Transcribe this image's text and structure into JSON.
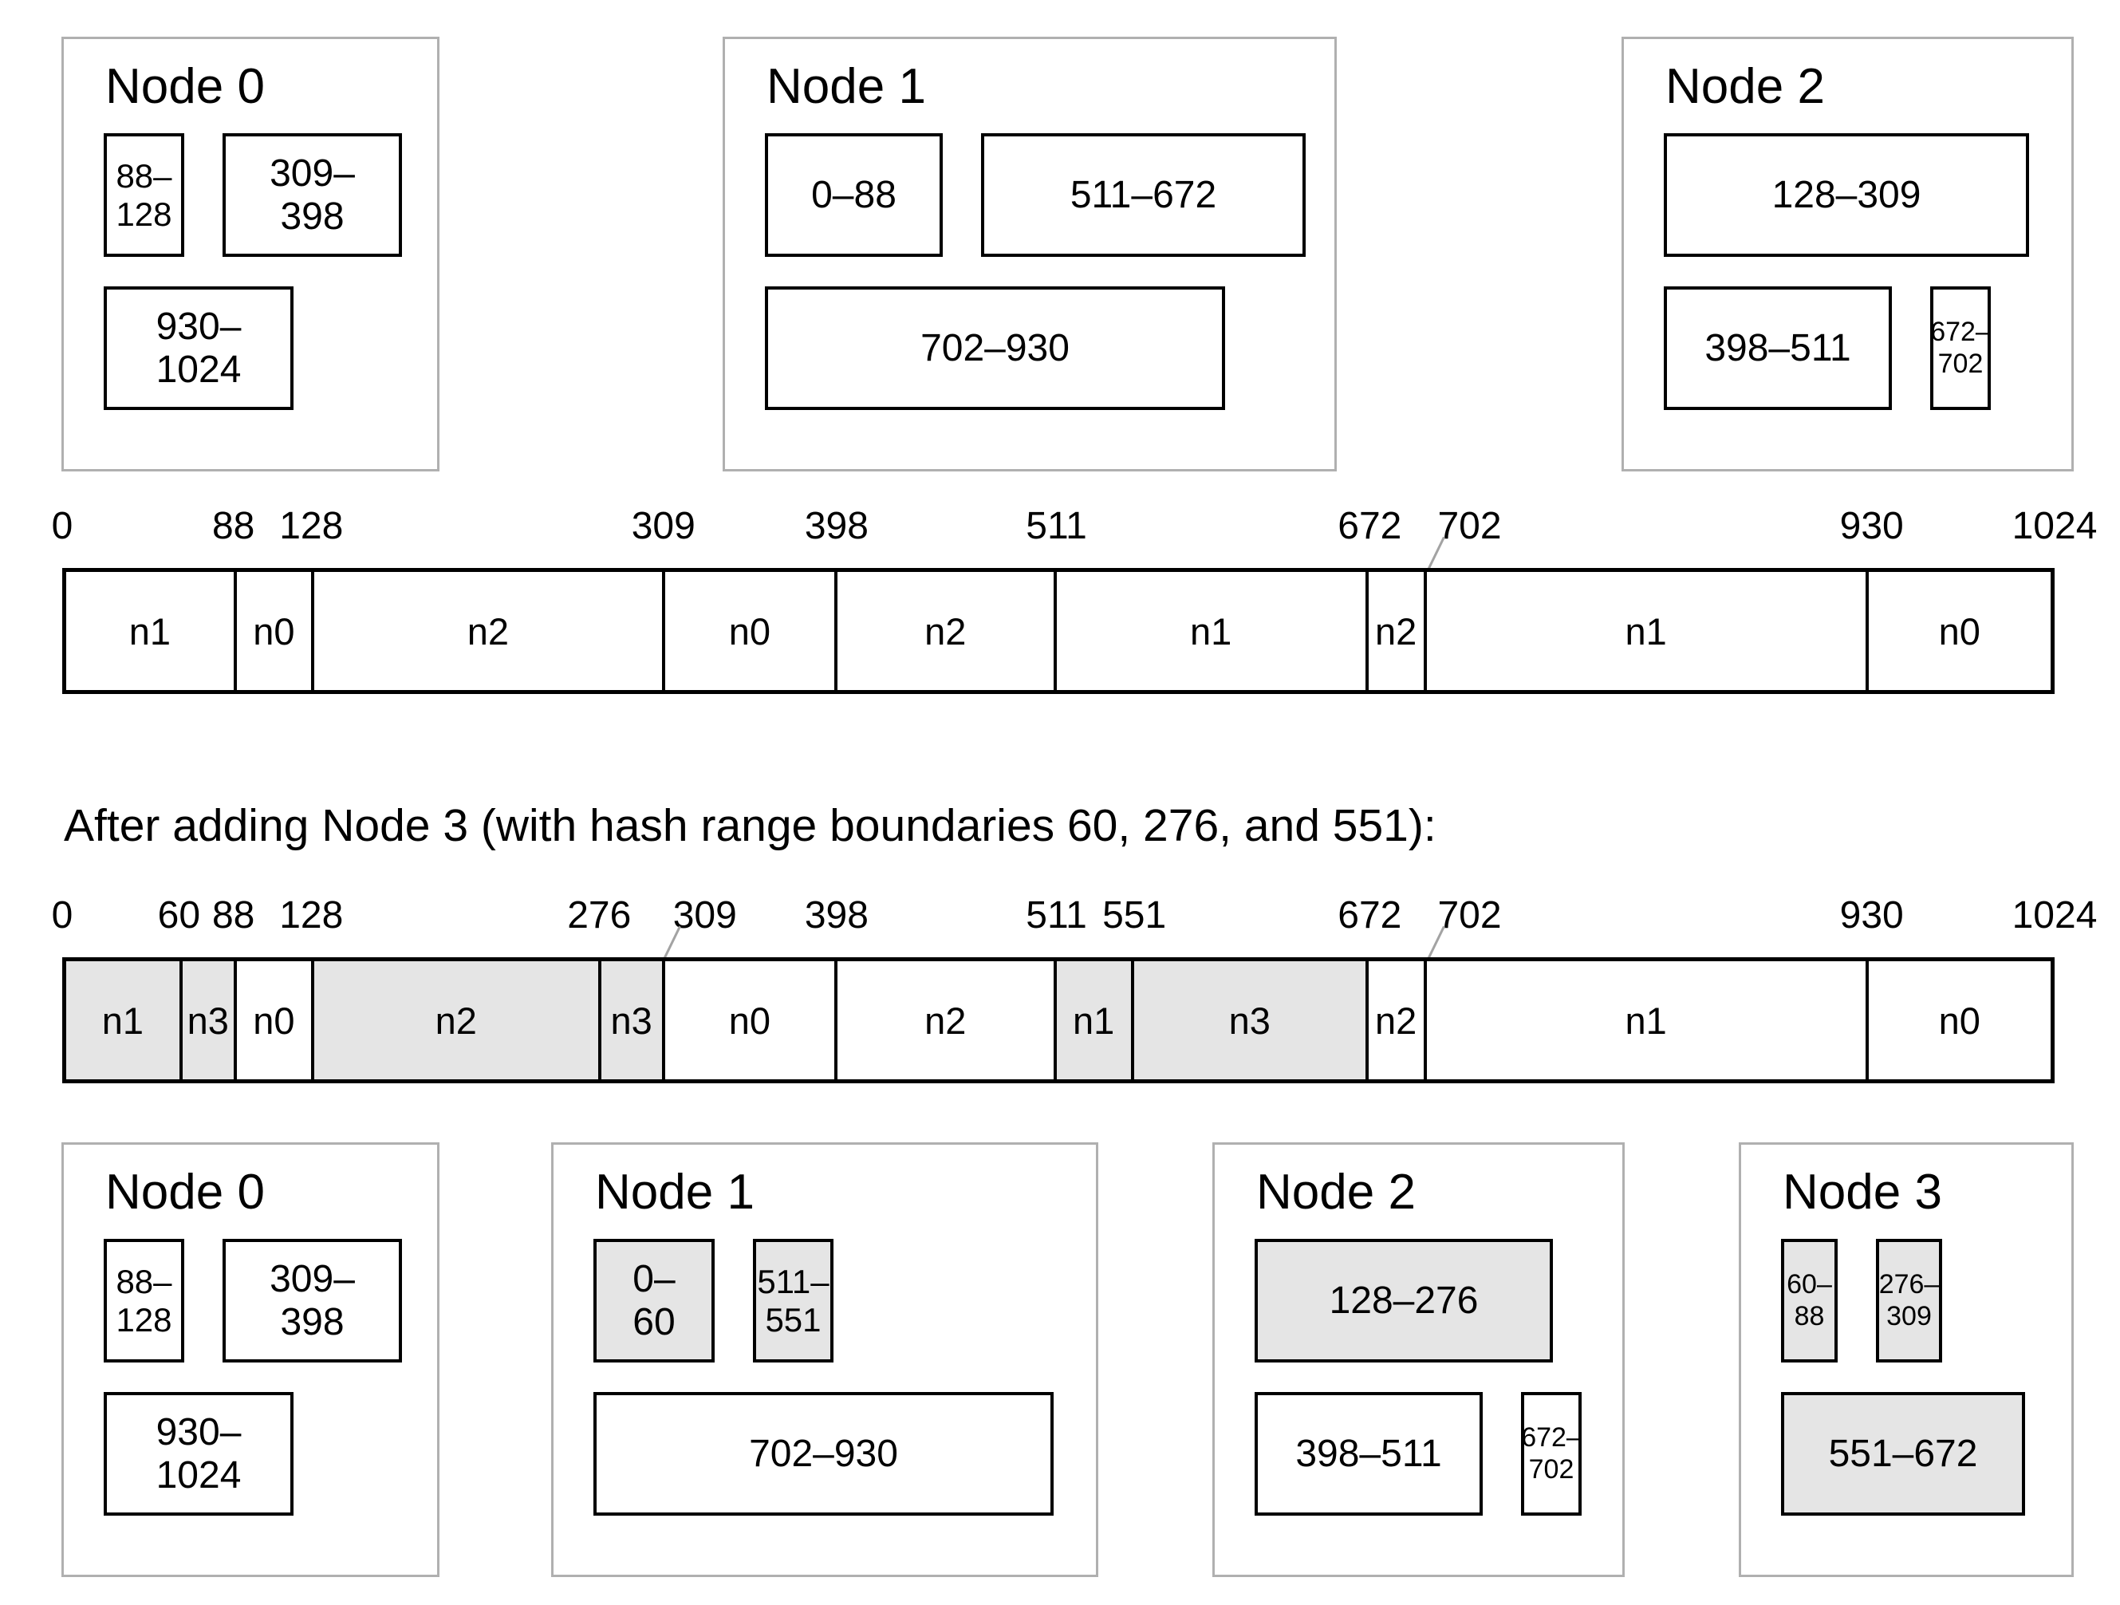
{
  "caption": "After adding Node 3 (with hash range boundaries 60, 276, and 551):",
  "axis_max": 1024,
  "colors": {
    "shaded_fill": "#e5e5e5",
    "white_fill": "#ffffff",
    "node_border": "#b0b0b0",
    "partition_border": "#000000",
    "bar_border": "#000000",
    "leader_line": "#a3a3a3",
    "text": "#000000"
  },
  "top_nodes": [
    {
      "title": "Node 0",
      "rows": [
        [
          {
            "from": 88,
            "to": 128,
            "lines": [
              "88–",
              "128"
            ],
            "shaded": false
          },
          {
            "from": 309,
            "to": 398,
            "lines": [
              "309–",
              "398"
            ],
            "shaded": false
          }
        ],
        [
          {
            "from": 930,
            "to": 1024,
            "lines": [
              "930–",
              "1024"
            ],
            "shaded": false
          }
        ]
      ]
    },
    {
      "title": "Node 1",
      "rows": [
        [
          {
            "from": 0,
            "to": 88,
            "lines": [
              "0–88"
            ],
            "shaded": false
          },
          {
            "from": 511,
            "to": 672,
            "lines": [
              "511–672"
            ],
            "shaded": false
          }
        ],
        [
          {
            "from": 702,
            "to": 930,
            "lines": [
              "702–930"
            ],
            "shaded": false
          }
        ]
      ]
    },
    {
      "title": "Node 2",
      "rows": [
        [
          {
            "from": 128,
            "to": 309,
            "lines": [
              "128–309"
            ],
            "shaded": false
          }
        ],
        [
          {
            "from": 398,
            "to": 511,
            "lines": [
              "398–511"
            ],
            "shaded": false
          },
          {
            "from": 672,
            "to": 702,
            "lines": [
              "672–",
              "702"
            ],
            "shaded": false
          }
        ]
      ]
    }
  ],
  "bar_before": {
    "ticks": [
      {
        "v": 0
      },
      {
        "v": 88
      },
      {
        "v": 128
      },
      {
        "v": 309
      },
      {
        "v": 398
      },
      {
        "v": 511
      },
      {
        "v": 672
      },
      {
        "v": 702,
        "leader": true
      },
      {
        "v": 930
      },
      {
        "v": 1024
      }
    ],
    "segments": [
      {
        "label": "n1",
        "from": 0,
        "to": 88,
        "shaded": false
      },
      {
        "label": "n0",
        "from": 88,
        "to": 128,
        "shaded": false
      },
      {
        "label": "n2",
        "from": 128,
        "to": 309,
        "shaded": false
      },
      {
        "label": "n0",
        "from": 309,
        "to": 398,
        "shaded": false
      },
      {
        "label": "n2",
        "from": 398,
        "to": 511,
        "shaded": false
      },
      {
        "label": "n1",
        "from": 511,
        "to": 672,
        "shaded": false
      },
      {
        "label": "n2",
        "from": 672,
        "to": 702,
        "shaded": false
      },
      {
        "label": "n1",
        "from": 702,
        "to": 930,
        "shaded": false
      },
      {
        "label": "n0",
        "from": 930,
        "to": 1024,
        "shaded": false
      }
    ]
  },
  "bar_after": {
    "ticks": [
      {
        "v": 0
      },
      {
        "v": 60
      },
      {
        "v": 88
      },
      {
        "v": 128
      },
      {
        "v": 276
      },
      {
        "v": 309,
        "leader": true
      },
      {
        "v": 398
      },
      {
        "v": 511
      },
      {
        "v": 551
      },
      {
        "v": 672
      },
      {
        "v": 702,
        "leader": true
      },
      {
        "v": 930
      },
      {
        "v": 1024
      }
    ],
    "segments": [
      {
        "label": "n1",
        "from": 0,
        "to": 60,
        "shaded": true
      },
      {
        "label": "n3",
        "from": 60,
        "to": 88,
        "shaded": true
      },
      {
        "label": "n0",
        "from": 88,
        "to": 128,
        "shaded": false
      },
      {
        "label": "n2",
        "from": 128,
        "to": 276,
        "shaded": true
      },
      {
        "label": "n3",
        "from": 276,
        "to": 309,
        "shaded": true
      },
      {
        "label": "n0",
        "from": 309,
        "to": 398,
        "shaded": false
      },
      {
        "label": "n2",
        "from": 398,
        "to": 511,
        "shaded": false
      },
      {
        "label": "n1",
        "from": 511,
        "to": 551,
        "shaded": true
      },
      {
        "label": "n3",
        "from": 551,
        "to": 672,
        "shaded": true
      },
      {
        "label": "n2",
        "from": 672,
        "to": 702,
        "shaded": false
      },
      {
        "label": "n1",
        "from": 702,
        "to": 930,
        "shaded": false
      },
      {
        "label": "n0",
        "from": 930,
        "to": 1024,
        "shaded": false
      }
    ]
  },
  "bottom_nodes": [
    {
      "title": "Node 0",
      "rows": [
        [
          {
            "from": 88,
            "to": 128,
            "lines": [
              "88–",
              "128"
            ],
            "shaded": false
          },
          {
            "from": 309,
            "to": 398,
            "lines": [
              "309–",
              "398"
            ],
            "shaded": false
          }
        ],
        [
          {
            "from": 930,
            "to": 1024,
            "lines": [
              "930–",
              "1024"
            ],
            "shaded": false
          }
        ]
      ]
    },
    {
      "title": "Node 1",
      "rows": [
        [
          {
            "from": 0,
            "to": 60,
            "lines": [
              "0–",
              "60"
            ],
            "shaded": true
          },
          {
            "from": 511,
            "to": 551,
            "lines": [
              "511–",
              "551"
            ],
            "shaded": true
          }
        ],
        [
          {
            "from": 702,
            "to": 930,
            "lines": [
              "702–930"
            ],
            "shaded": false
          }
        ]
      ]
    },
    {
      "title": "Node 2",
      "rows": [
        [
          {
            "from": 128,
            "to": 276,
            "lines": [
              "128–276"
            ],
            "shaded": true
          }
        ],
        [
          {
            "from": 398,
            "to": 511,
            "lines": [
              "398–511"
            ],
            "shaded": false
          },
          {
            "from": 672,
            "to": 702,
            "lines": [
              "672–",
              "702"
            ],
            "shaded": false
          }
        ]
      ]
    },
    {
      "title": "Node 3",
      "rows": [
        [
          {
            "from": 60,
            "to": 88,
            "lines": [
              "60–",
              "88"
            ],
            "shaded": true
          },
          {
            "from": 276,
            "to": 309,
            "lines": [
              "276–",
              "309"
            ],
            "shaded": true
          }
        ],
        [
          {
            "from": 551,
            "to": 672,
            "lines": [
              "551–672"
            ],
            "shaded": true
          }
        ]
      ]
    }
  ]
}
